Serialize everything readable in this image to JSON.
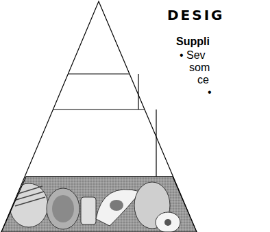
{
  "diagram": {
    "title": "DESIG",
    "labels": [
      "Suppli",
      "• Sev",
      "som",
      "ce",
      "•"
    ]
  }
}
